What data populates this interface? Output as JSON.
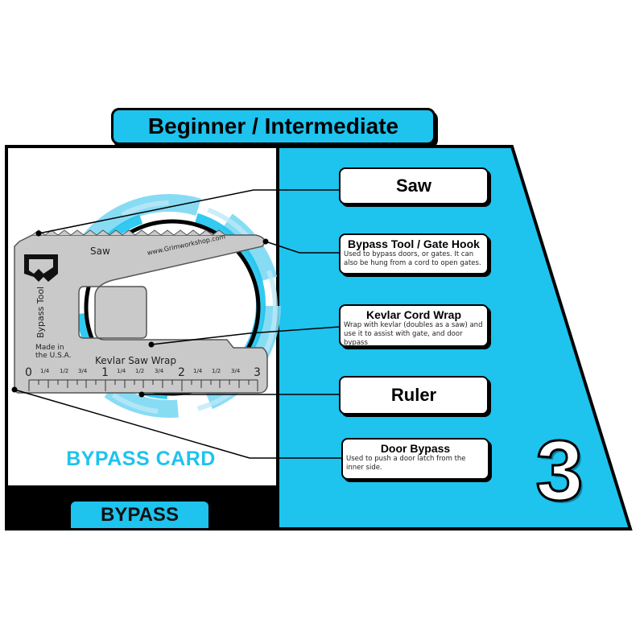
{
  "level": "Beginner / Intermediate",
  "card": {
    "title": "BYPASS CARD",
    "category": "BYPASS"
  },
  "tool": {
    "saw_label": "Saw",
    "url": "www.Grimworkshop.com",
    "bypass_label": "Bypass Tool",
    "made_in": "Made in the U.S.A.",
    "wrap_label": "Kevlar Saw Wrap",
    "ruler_numbers": [
      "0",
      "1",
      "2",
      "3"
    ],
    "ruler_fractions": [
      "1/4",
      "1/2",
      "3/4",
      "1/4",
      "1/2",
      "3/4",
      "1/4",
      "1/2",
      "3/4"
    ]
  },
  "features": {
    "saw": {
      "title": "Saw"
    },
    "gate_hook": {
      "title": "Bypass Tool / Gate Hook",
      "desc": "Used to bypass doors, or gates. It can also be hung from a cord to open gates."
    },
    "kevlar": {
      "title": "Kevlar Cord Wrap",
      "desc": "Wrap with kevlar (doubles as a saw) and use it to assist with gate, and door bypass"
    },
    "ruler": {
      "title": "Ruler"
    },
    "door": {
      "title": "Door Bypass",
      "desc": "Used to push a door latch from the inner side."
    }
  },
  "difficulty_number": "3",
  "colors": {
    "accent": "#1ec3ee",
    "outline": "#000000",
    "tool_gray": "#c9c9c9"
  }
}
